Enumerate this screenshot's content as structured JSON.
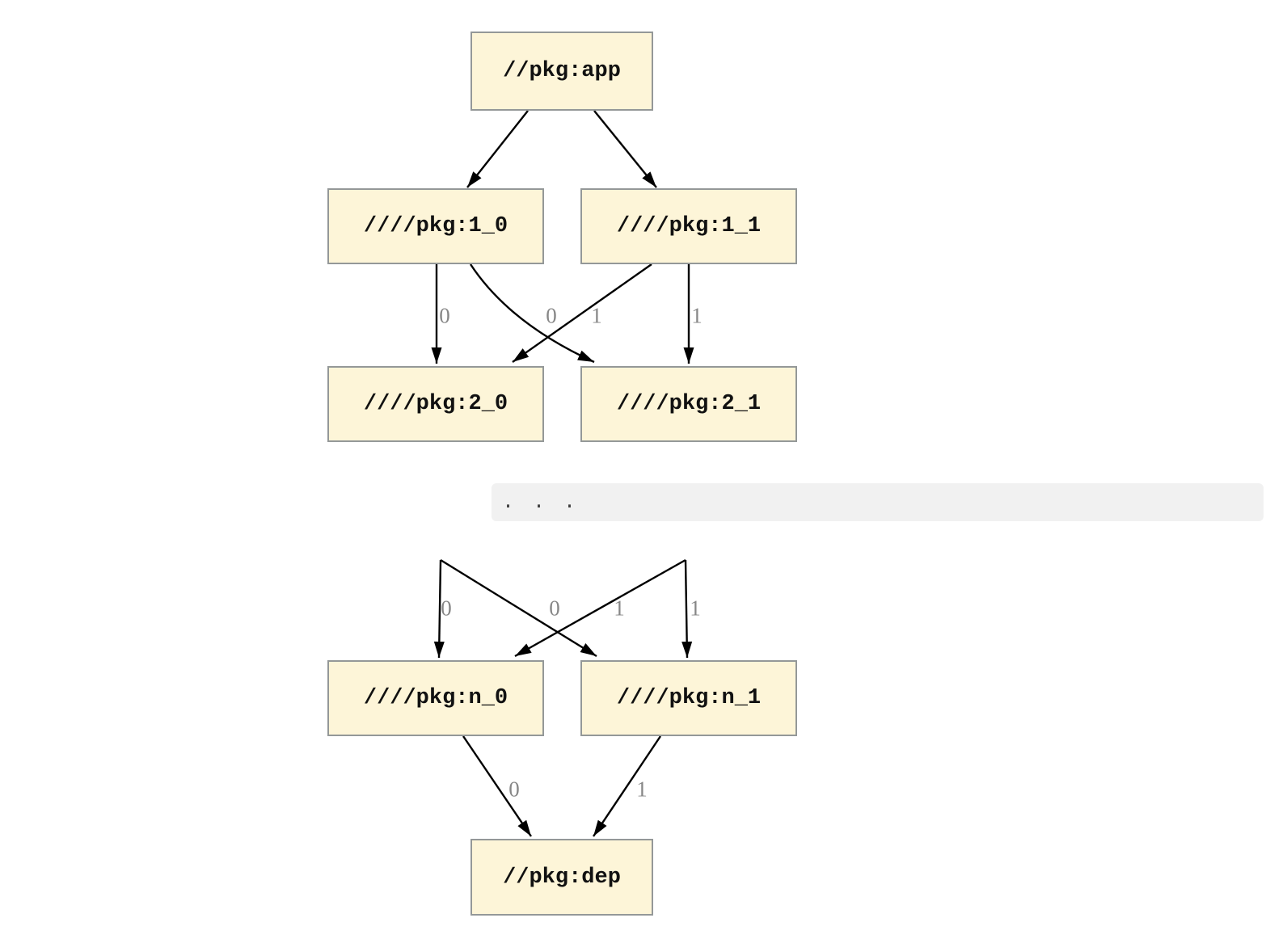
{
  "graph": {
    "ellipsis": ". . .",
    "nodes": {
      "app": {
        "label": "//pkg:app"
      },
      "v1_0": {
        "label": "////pkg:1_0"
      },
      "v1_1": {
        "label": "////pkg:1_1"
      },
      "v2_0": {
        "label": "////pkg:2_0"
      },
      "v2_1": {
        "label": "////pkg:2_1"
      },
      "vn_0": {
        "label": "////pkg:n_0"
      },
      "vn_1": {
        "label": "////pkg:n_1"
      },
      "dep": {
        "label": "//pkg:dep"
      }
    },
    "edges": [
      {
        "from": "//pkg:app",
        "to": "////pkg:1_0",
        "label": ""
      },
      {
        "from": "//pkg:app",
        "to": "////pkg:1_1",
        "label": ""
      },
      {
        "from": "////pkg:1_0",
        "to": "////pkg:2_0",
        "label": "0"
      },
      {
        "from": "////pkg:1_0",
        "to": "////pkg:2_1",
        "label": "0"
      },
      {
        "from": "////pkg:1_1",
        "to": "////pkg:2_0",
        "label": "1"
      },
      {
        "from": "////pkg:1_1",
        "to": "////pkg:2_1",
        "label": "1"
      },
      {
        "from": "...",
        "to": "////pkg:n_0",
        "label": "0"
      },
      {
        "from": "...",
        "to": "////pkg:n_1",
        "label": "0"
      },
      {
        "from": "...",
        "to": "////pkg:n_0",
        "label": "1"
      },
      {
        "from": "...",
        "to": "////pkg:n_1",
        "label": "1"
      },
      {
        "from": "////pkg:n_0",
        "to": "//pkg:dep",
        "label": "0"
      },
      {
        "from": "////pkg:n_1",
        "to": "//pkg:dep",
        "label": "1"
      }
    ],
    "colors": {
      "background": "#ffffff",
      "node_fill": "#fdf5d8",
      "node_border": "#949898",
      "edge": "#000000",
      "edge_label": "#878787",
      "ellipsis_band_bg": "#f1f1f1",
      "ellipsis_text": "#3d3d3d"
    }
  }
}
